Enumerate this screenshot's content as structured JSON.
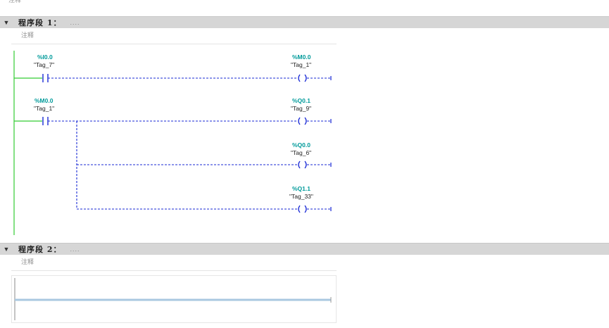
{
  "top_comment": "注释",
  "networks": [
    {
      "title": "程序段 1：",
      "dots": "....",
      "comment": "注释",
      "rungs": [
        {
          "contact": {
            "address": "%I0.0",
            "tag": "\"Tag_7\""
          },
          "coil": {
            "address": "%M0.0",
            "tag": "\"Tag_1\""
          }
        },
        {
          "contact": {
            "address": "%M0.0",
            "tag": "\"Tag_1\""
          },
          "coils": [
            {
              "address": "%Q0.1",
              "tag": "\"Tag_9\""
            },
            {
              "address": "%Q0.0",
              "tag": "\"Tag_6\""
            },
            {
              "address": "%Q1.1",
              "tag": "\"Tag_33\""
            }
          ]
        }
      ]
    },
    {
      "title": "程序段 2：",
      "dots": "....",
      "comment": "注释"
    }
  ],
  "colors": {
    "power_rail": "#33cc33",
    "wire": "#1a2ad6",
    "address": "#009a9a",
    "header_bg": "#d6d6d6",
    "empty_rung": "#a9c8e0"
  },
  "icons": {
    "collapse": "triangle-down-icon"
  }
}
